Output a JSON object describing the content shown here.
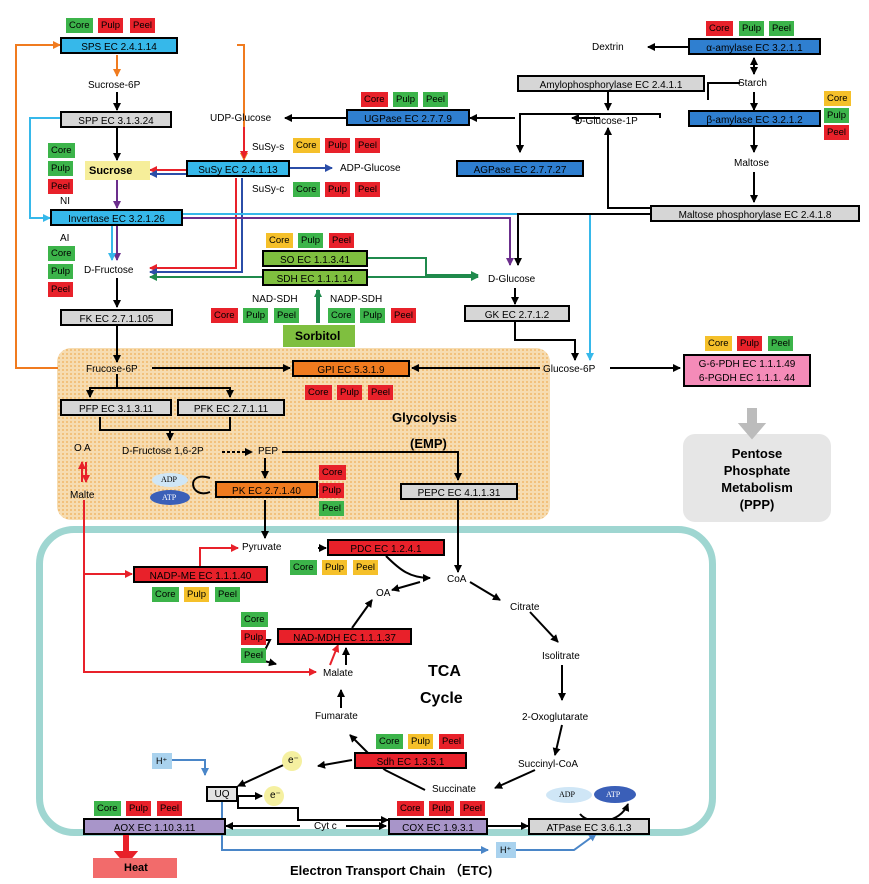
{
  "colors": {
    "core": "#3cb44a",
    "pulp": "#f5c02a",
    "peel": "#e8212a",
    "blue_enzyme": "#2f7fd0",
    "cyan_enzyme": "#36b8ea",
    "gray_enzyme": "#d6d6d6",
    "orange_enzyme": "#f07b1f",
    "red_enzyme": "#e8212a",
    "green_enzyme": "#7fbf3f",
    "purple_enzyme": "#a895c9",
    "pink_enzyme": "#f48bb8",
    "sorbitol": "#7fbf3f",
    "glycolysis_bg": "#f6dcb1",
    "tca_border": "#9fd6d1",
    "ppp_bg": "#e6e6e6"
  },
  "tags": {
    "core": "Core",
    "pulp": "Pulp",
    "peel": "Peel"
  },
  "enzymes": {
    "sps": "SPS   EC 2.4.1.14",
    "spp": "SPP   EC 3.1.3.24",
    "susy": "SuSy   EC 2.4.1.13",
    "invertase": "Invertase   EC 3.2.1.26",
    "fk": "FK   EC 2.7.1.105",
    "alpha_amylase": "α-amylase   EC 3.2.1.1",
    "amylophosphorylase": "Amylophosphorylase   EC 2.4.1.1",
    "beta_amylase": "β-amylase   EC 3.2.1.2",
    "ugpase": "UGPase   EC 2.7.7.9",
    "agpase": "AGPase   EC 2.7.7.27",
    "maltose_phosphorylase": "Maltose phosphorylase   EC 2.4.1.8",
    "so": "SO   EC 1.1.3.41",
    "sdh_sorbitol": "SDH   EC 1.1.1.14",
    "gk": "GK   EC 2.7.1.2",
    "gpi": "GPI   EC 5.3.1.9",
    "pfp": "PFP   EC 3.1.3.11",
    "pfk": "PFK   EC 2.7.1.11",
    "pk": "PK   EC 2.7.1.40",
    "pepc": "PEPC   EC 4.1.1.31",
    "g6pdh": "G-6-PDH   EC 1.1.1.49",
    "pgdh": "6-PGDH   EC 1.1.1. 44",
    "pdc": "PDC   EC 1.2.4.1",
    "nadp_me": "NADP-ME   EC 1.1.1.40",
    "nad_mdh": "NAD-MDH   EC 1.1.1.37",
    "sdh_tca": "Sdh   EC 1.3.5.1",
    "aox": "AOX   EC 1.10.3.11",
    "cox": "COX   EC 1.9.3.1",
    "atpase": "ATPase   EC 3.6.1.3"
  },
  "metabolites": {
    "sucrose_6p": "Sucrose-6P",
    "udp_glucose": "UDP-Glucose",
    "sucrose": "Sucrose",
    "adp_glucose": "ADP-Glucose",
    "d_fructose": "D-Fructose",
    "dextrin": "Dextrin",
    "starch": "Starch",
    "d_glucose_1p": "D-Glucose-1P",
    "maltose": "Maltose",
    "d_glucose": "D-Glucose",
    "sorbitol": "Sorbitol",
    "frucose_6p": "Frucose-6P",
    "glucose_6p": "Glucose-6P",
    "d_fructose_16_2p": "D-Fructose 1,6-2P",
    "pep": "PEP",
    "oa_top": "O A",
    "malte": "Malte",
    "adp": "ADP",
    "atp": "ATP",
    "pyruvate": "Pyruvate",
    "coa": "CoA",
    "citrate": "Citrate",
    "isolitrate": "Isolitrate",
    "oxoglutarate": "2-Oxoglutarate",
    "succinyl_coa": "Succinyl-CoA",
    "succinate": "Succinate",
    "fumarate": "Fumarate",
    "malate": "Malate",
    "oa": "OA",
    "h_plus": "H⁺",
    "e_minus": "e⁻",
    "uq": "UQ",
    "cyt_c": "Cyt c",
    "heat": "Heat"
  },
  "labels": {
    "susy_s": "SuSy-s",
    "susy_c": "SuSy-c",
    "ni": "NI",
    "ai": "AI",
    "nad_sdh": "NAD-SDH",
    "nadp_sdh": "NADP-SDH"
  },
  "regions": {
    "glycolysis": "Glycolysis",
    "emp": "(EMP)",
    "tca_line1": "TCA",
    "tca_line2": "Cycle",
    "ppp_line1": "Pentose",
    "ppp_line2": "Phosphate",
    "ppp_line3": "Metabolism",
    "ppp_line4": "(PPP)",
    "etc": "Electron Transport Chain （ETC)"
  }
}
